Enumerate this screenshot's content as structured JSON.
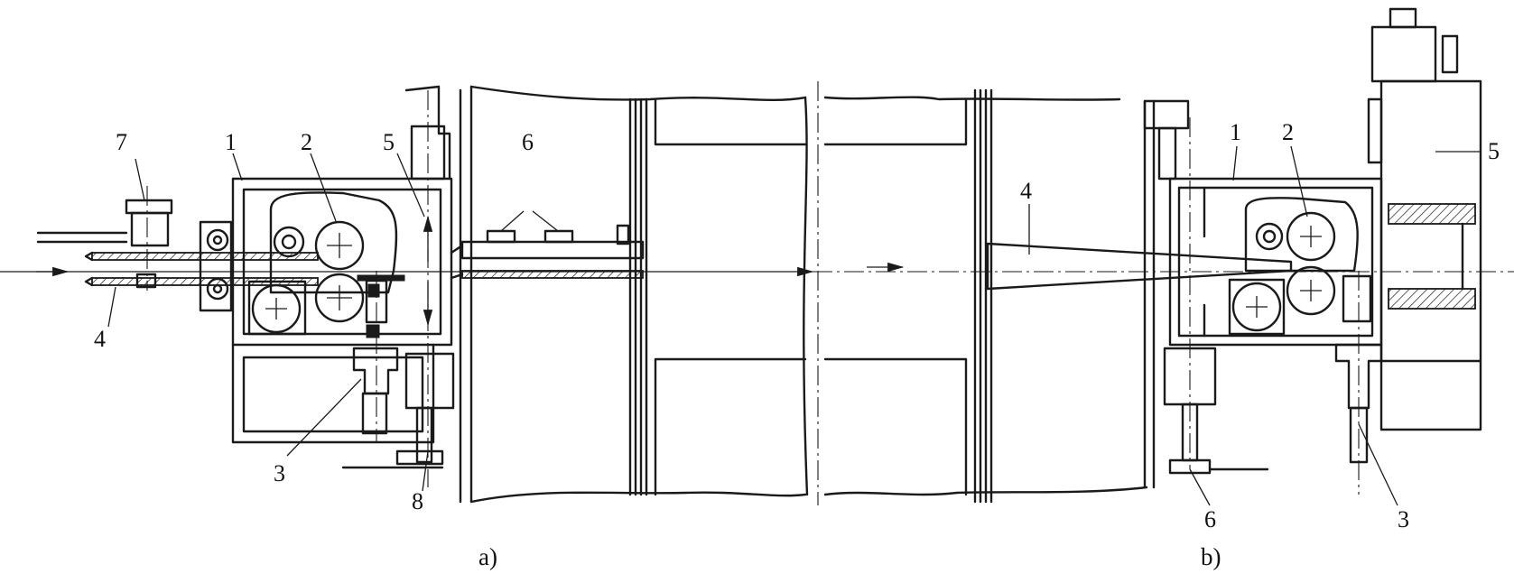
{
  "figure": {
    "left": {
      "caption": "a)",
      "labels": {
        "l1": "1",
        "l2": "2",
        "l3": "3",
        "l4": "4",
        "l5": "5",
        "l6": "6",
        "l7": "7",
        "l8": "8"
      }
    },
    "right": {
      "caption": "b)",
      "labels": {
        "l1": "1",
        "l2": "2",
        "l3": "3",
        "l4": "4",
        "l5": "5",
        "l6": "6"
      }
    }
  }
}
